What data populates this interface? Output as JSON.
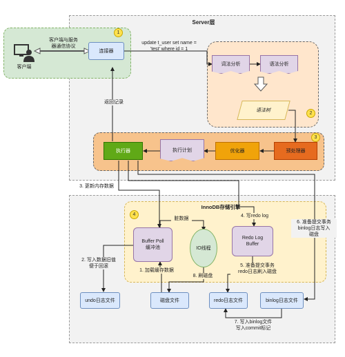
{
  "colors": {
    "server_bg": "#f2f2f2",
    "client_bg": "#d5e8d4",
    "client_border": "#82b366",
    "parser_bg": "#ffe6cc",
    "exec_bg": "#f7c38c",
    "innodb_bg": "#fff2cc",
    "blue_box": "#dae8fc",
    "blue_border": "#6c8ebf",
    "purple_box": "#e1d5e7",
    "purple_border": "#9673a6",
    "green_box": "#60a917",
    "yellow_box": "#f0a30a",
    "orange_box": "#e66b1f"
  },
  "server": {
    "title": "Server层"
  },
  "innodb": {
    "title": "InnoDB存储引擎"
  },
  "client": {
    "label": "客户端",
    "icon": "user-computer-icon",
    "protocol": "客户端与服务\n器通信协议",
    "connector": "连接器",
    "badge": "1"
  },
  "sql": "update t_user set name =\n'test' where id = 1",
  "parser": {
    "lexical": "词法分析",
    "syntax": "语法分析",
    "tree": "语法树",
    "badge": "2"
  },
  "exec_row": {
    "executor": "执行器",
    "plan": "执行计划",
    "optimizer": "优化器",
    "preprocessor": "预处理器",
    "badge": "3"
  },
  "engine": {
    "buffer_pool": "Buffer Poll\n缓冲池",
    "io_thread": "IO线程",
    "redo_buffer": "Redo Log\nBuffer",
    "badge": "4"
  },
  "files": {
    "undo": "undo日志文件",
    "disk": "磁盘文件",
    "redo": "redo日志文件",
    "binlog": "binlog日志文件"
  },
  "labels": {
    "return_record": "返回记录",
    "step3": "3. 更新内存数据",
    "dirty": "脏数据",
    "step4": "4. 写redo log",
    "step6": "6. 准备提交事务\nbinlog日志写入\n磁盘",
    "step2": "2. 写入数据旧值\n便于回滚",
    "step1": "1. 加载缓存数据",
    "step8": "8. 刷磁盘",
    "step5": "5. 准备提交事务\nredo日志刷入磁盘",
    "step7": "7. 写入binlog文件\n写入commit标记"
  }
}
